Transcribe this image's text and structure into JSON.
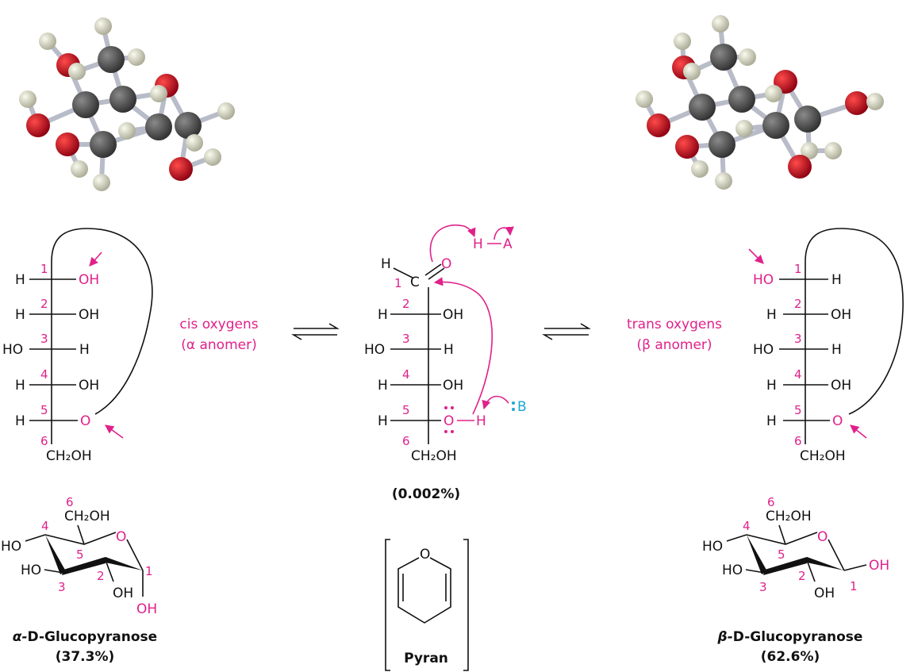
{
  "colors": {
    "highlight": "#e0218a",
    "base": "#1aa7d6",
    "carbon": "#4a4a4a",
    "oxygen": "#c8101e",
    "hydrogen": "#dcdcc4",
    "bond": "#b8bcc8"
  },
  "alpha_fischer": {
    "numbers": [
      "1",
      "2",
      "3",
      "4",
      "5",
      "6"
    ],
    "left": [
      "H",
      "H",
      "HO",
      "H",
      "H"
    ],
    "right": [
      "OH",
      "OH",
      "H",
      "OH",
      "O"
    ],
    "bottom": "CH₂OH"
  },
  "alpha_caption": {
    "line1": "cis oxygens",
    "line2": "(α anomer)"
  },
  "open_chain": {
    "c1_h": "H",
    "c1_c": "C",
    "c1_o": "O",
    "numbers": [
      "1",
      "2",
      "3",
      "4",
      "5",
      "6"
    ],
    "left": [
      "H",
      "HO",
      "H",
      "H"
    ],
    "right": [
      "OH",
      "H",
      "OH",
      "O"
    ],
    "o5_h": "H",
    "acid": {
      "h": "H",
      "a": "A"
    },
    "base": "B",
    "bottom": "CH₂OH",
    "percent": "(0.002%)"
  },
  "beta_caption": {
    "line1": "trans oxygens",
    "line2": "(β anomer)"
  },
  "beta_fischer": {
    "numbers": [
      "1",
      "2",
      "3",
      "4",
      "5",
      "6"
    ],
    "left": [
      "HO",
      "H",
      "HO",
      "H",
      "H"
    ],
    "right": [
      "H",
      "OH",
      "H",
      "OH",
      "O"
    ],
    "bottom": "CH₂OH"
  },
  "alpha_chair": {
    "labels": {
      "ch2oh": "CH₂OH",
      "o": "O",
      "ho4": "HO",
      "ho3": "HO",
      "oh2": "OH",
      "oh1": "OH"
    },
    "numbers": [
      "1",
      "2",
      "3",
      "4",
      "5",
      "6"
    ],
    "name_prefix": "α-",
    "name": "D-Glucopyranose",
    "percent": "(37.3%)"
  },
  "pyran": {
    "o": "O",
    "name": "Pyran"
  },
  "beta_chair": {
    "labels": {
      "ch2oh": "CH₂OH",
      "o": "O",
      "ho4": "HO",
      "ho3": "HO",
      "oh2": "OH",
      "oh1": "OH"
    },
    "numbers": [
      "1",
      "2",
      "3",
      "4",
      "5",
      "6"
    ],
    "name_prefix": "β-",
    "name": "D-Glucopyranose",
    "percent": "(62.6%)"
  }
}
